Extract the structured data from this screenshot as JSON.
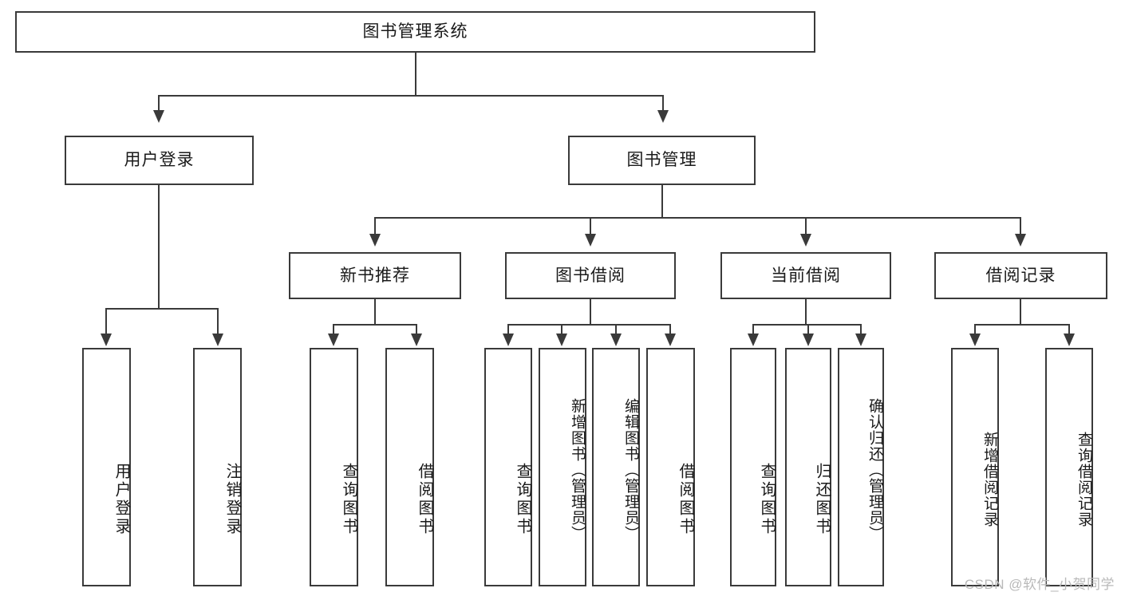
{
  "diagram": {
    "title": "图书管理系统",
    "watermark": "CSDN @软件_小贺同学",
    "level2": [
      {
        "id": "user-login",
        "label": "用户登录"
      },
      {
        "id": "book-management",
        "label": "图书管理"
      }
    ],
    "level3": [
      {
        "id": "new-book-recommend",
        "label": "新书推荐"
      },
      {
        "id": "book-borrow",
        "label": "图书借阅"
      },
      {
        "id": "current-borrow",
        "label": "当前借阅"
      },
      {
        "id": "borrow-record",
        "label": "借阅记录"
      }
    ],
    "leaves": {
      "user_login": [
        {
          "id": "leaf-user-login",
          "label": "用户登录"
        },
        {
          "id": "leaf-logout-login",
          "label": "注销登录"
        }
      ],
      "new_book_recommend": [
        {
          "id": "leaf-query-book-1",
          "label": "查询图书"
        },
        {
          "id": "leaf-borrow-book-1",
          "label": "借阅图书"
        }
      ],
      "book_borrow": [
        {
          "id": "leaf-query-book-2",
          "label": "查询图书"
        },
        {
          "id": "leaf-add-book",
          "label": "新增图书（管理员）"
        },
        {
          "id": "leaf-edit-book",
          "label": "编辑图书（管理员）"
        },
        {
          "id": "leaf-borrow-book-2",
          "label": "借阅图书"
        }
      ],
      "current_borrow": [
        {
          "id": "leaf-query-book-3",
          "label": "查询图书"
        },
        {
          "id": "leaf-return-book",
          "label": "归还图书"
        },
        {
          "id": "leaf-confirm-return",
          "label": "确认归还（管理员）"
        }
      ],
      "borrow_record": [
        {
          "id": "leaf-add-borrow-record",
          "label": "新增借阅记录"
        },
        {
          "id": "leaf-query-borrow-record",
          "label": "查询借阅记录"
        }
      ]
    },
    "colors": {
      "stroke": "#3a3a3a",
      "background": "#ffffff",
      "text": "#1a1a1a",
      "watermark": "#b9b9b9"
    }
  }
}
